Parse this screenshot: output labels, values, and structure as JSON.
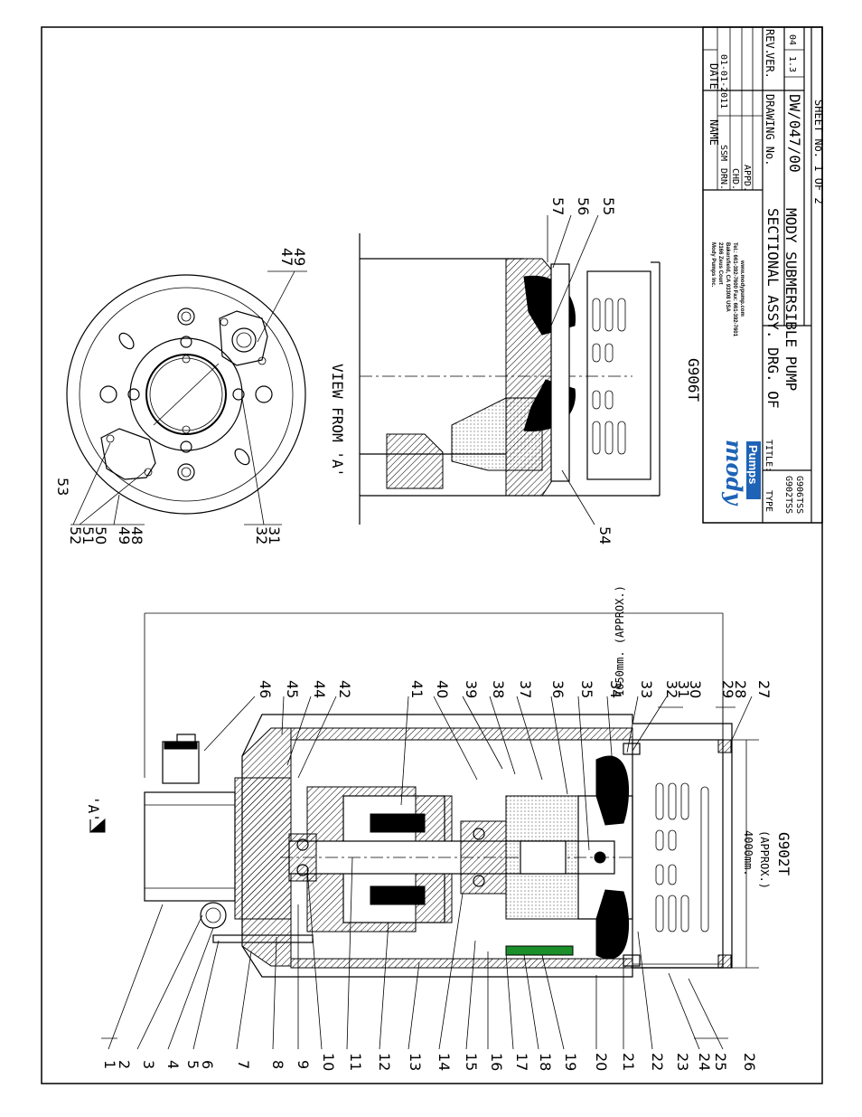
{
  "view_label": "'A'",
  "view_from_label": "VIEW FROM 'A'",
  "dimensions": {
    "height": "1050mm. (APPROX.)",
    "width_value": "4000mm.",
    "width_note": "(APPROX.)"
  },
  "model_labels": {
    "main": "G902T",
    "top": "G906T"
  },
  "part_numbers_left": [
    "1",
    "2",
    "3",
    "4",
    "5",
    "6",
    "7",
    "8",
    "9",
    "10",
    "11",
    "12",
    "13",
    "14",
    "15",
    "16",
    "17",
    "18",
    "19",
    "20",
    "21",
    "22",
    "23",
    "24",
    "25",
    "26"
  ],
  "part_numbers_right": [
    "46",
    "45",
    "44",
    "42",
    "41",
    "40",
    "39",
    "38",
    "37",
    "36",
    "35",
    "34",
    "33",
    "32",
    "31",
    "30",
    "29",
    "28",
    "27"
  ],
  "part_numbers_top_view": [
    "52",
    "51",
    "50",
    "49",
    "48",
    "53",
    "32",
    "31",
    "47",
    "49"
  ],
  "part_numbers_g906": [
    "57",
    "56",
    "55",
    "54"
  ],
  "title_block": {
    "company_name": "Mody Pumps Inc.",
    "address_line1": "2166 Zeus Court",
    "address_line2": "Bakersfield, CA 93308 USA",
    "phone": "Tel.: 661-392-7600 Fax: 661-392-7601",
    "website": "www.modypump.com",
    "logo_top": "mody",
    "logo_bottom": "Pumps",
    "type_label": "TYPE",
    "types": [
      "G902TSS",
      "G906TSS"
    ],
    "title_label": "TITLE:",
    "title_line1": "SECTIONAL ASSY. DRG. OF",
    "title_line2": "MODY SUBMERSIBLE PUMP",
    "name_header": "NAME",
    "date_header": "DATE",
    "rows": [
      {
        "label": "DRN.",
        "name": "SSM",
        "date": "01-01-2011"
      },
      {
        "label": "CHD.",
        "name": "",
        "date": ""
      },
      {
        "label": "APPD.",
        "name": "",
        "date": ""
      }
    ],
    "drawing_no_label": "DRAWING No.",
    "drawing_no": "DW/047/00",
    "ver_label": "VER.",
    "ver": "1.3",
    "rev_label": "REV.",
    "rev": "04",
    "sheet": "SHEET No. 1 OF 2"
  }
}
